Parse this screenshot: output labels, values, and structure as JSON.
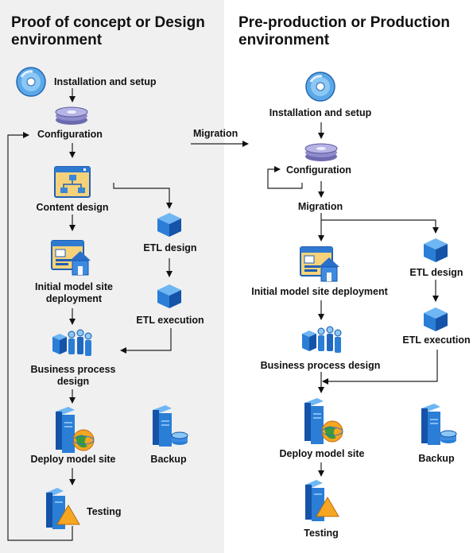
{
  "left": {
    "title": "Proof of concept or Design environment",
    "installation": "Installation and setup",
    "configuration": "Configuration",
    "content_design": "Content design",
    "etl_design": "ETL design",
    "etl_execution": "ETL execution",
    "initial_model": "Initial model site deployment",
    "business_process": "Business process design",
    "deploy": "Deploy model site",
    "backup": "Backup",
    "testing": "Testing"
  },
  "migration_arrow": "Migration",
  "right": {
    "title": "Pre-production or Production environment",
    "installation": "Installation and setup",
    "configuration": "Configuration",
    "migration": "Migration",
    "initial_model": "Initial model site deployment",
    "etl_design": "ETL design",
    "etl_execution": "ETL execution",
    "business_process": "Business process design",
    "deploy": "Deploy model site",
    "backup": "Backup",
    "testing": "Testing"
  }
}
